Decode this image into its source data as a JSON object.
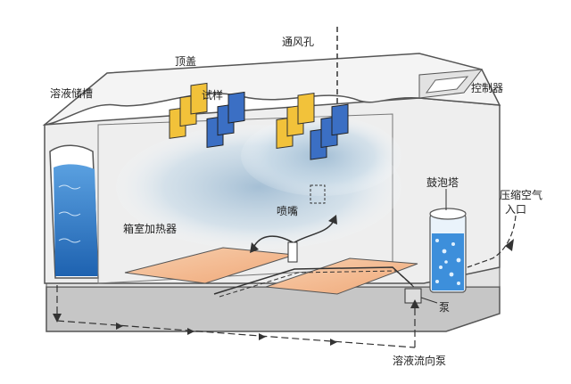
{
  "labels": {
    "reservoir": "溶液储槽",
    "top_cover": "顶盖",
    "vent_hole": "通风孔",
    "controller": "控制器",
    "specimen": "试样",
    "bubble_tower": "鼓泡塔",
    "compressed_air_inlet_line1": "压缩空气",
    "compressed_air_inlet_line2": "入口",
    "nozzle": "喷嘴",
    "chamber_heater": "箱室加热器",
    "pump": "泵",
    "solution_flow_pump": "溶液流向泵"
  },
  "colors": {
    "chamber_outline": "#555555",
    "cabinet_fill": "#efefef",
    "base_fill": "#c8c8c8",
    "solution_blue": "#2f7fd0",
    "specimen_yellow": "#f2c23a",
    "specimen_blue": "#3b6fc4",
    "heater_plate": "#f4b58a",
    "mist": "#b9cfe0",
    "bubble": "#5aa8e6"
  }
}
